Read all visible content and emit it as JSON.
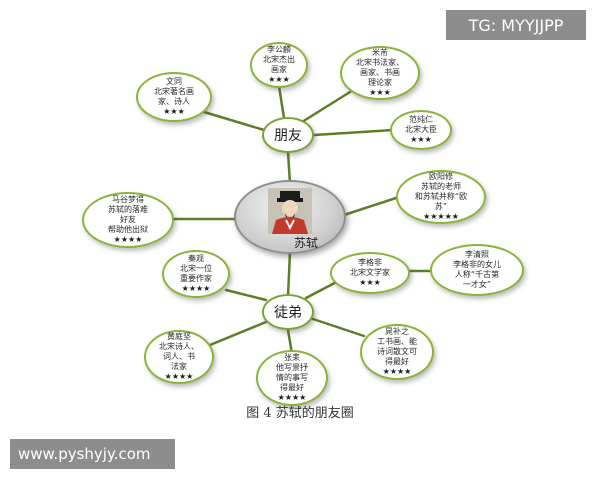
{
  "watermark_top": "TG: MYYJJPP",
  "watermark_bottom": "www.pyshyjy.com",
  "caption": "图 4  苏轼的朋友圈",
  "center": {
    "label": "苏轼"
  },
  "hubs": {
    "friends": "朋友",
    "disciples": "徒弟"
  },
  "nodes": {
    "li_gonglin": {
      "lines": [
        "李公麟",
        "北宋杰出",
        "画家"
      ],
      "stars": "★★★"
    },
    "mi_fu": {
      "lines": [
        "米芾",
        "北宋书法家、",
        "画家、书画",
        "理论家"
      ],
      "stars": "★★★"
    },
    "wen_tong": {
      "lines": [
        "文同",
        "北宋著名画",
        "家、诗人"
      ],
      "stars": "★★★"
    },
    "fan_chunren": {
      "lines": [
        "范纯仁",
        "北宋大臣"
      ],
      "stars": "★★★"
    },
    "ouyang_xiu": {
      "lines": [
        "欧阳修",
        "苏轼的老师",
        "和苏轼并称“欧",
        "苏”"
      ],
      "stars": "★★★★★"
    },
    "ma_mengde": {
      "lines": [
        "马谷梦得",
        "苏轼的落难",
        "好友",
        "帮助他出狱"
      ],
      "stars": "★★★★"
    },
    "qin_guan": {
      "lines": [
        "秦观",
        "北宋一位",
        "重要作家"
      ],
      "stars": "★★★★"
    },
    "li_gefei": {
      "lines": [
        "李格非",
        "北宋文学家"
      ],
      "stars": "★★★"
    },
    "li_qingzhao": {
      "lines": [
        "李清照",
        "李格非的女儿",
        "人称“千古第",
        "一才女”"
      ],
      "stars": ""
    },
    "huang_tingjian": {
      "lines": [
        "黄庭坚",
        "北宋诗人、",
        "词人、书",
        "法家"
      ],
      "stars": "★★★★"
    },
    "chao_buzhi": {
      "lines": [
        "晁补之",
        "工书画、能",
        "诗词散文可",
        "得最好"
      ],
      "stars": "★★★★"
    },
    "zhang_lei": {
      "lines": [
        "张耒",
        "他写景抒",
        "情的事写",
        "得最好"
      ],
      "stars": "★★★★"
    }
  },
  "colors": {
    "edge": "#5e7d25",
    "node_border": "#8db33a",
    "background": "#ffffff"
  },
  "icons": {
    "center_portrait": "scholar-portrait-icon"
  }
}
